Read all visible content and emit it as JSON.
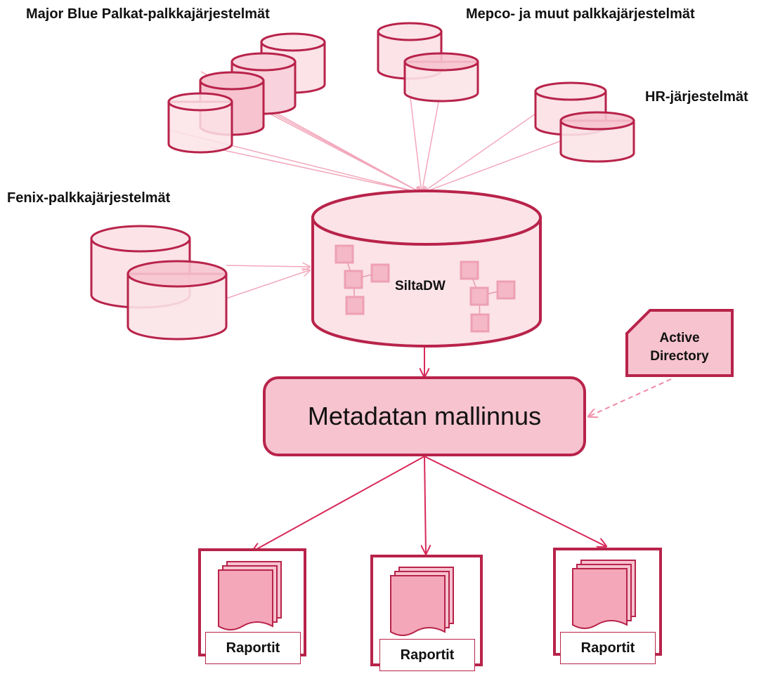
{
  "sources": {
    "major_blue": "Major Blue Palkat-palkkajärjestelmät",
    "mepco": "Mepco- ja muut palkkajärjestelmät",
    "hr": "HR-järjestelmät",
    "fenix": "Fenix-palkkajärjestelmät"
  },
  "warehouse": {
    "label": "SiltaDW"
  },
  "metadata": {
    "label": "Metadatan mallinnus"
  },
  "active_directory": {
    "line1": "Active",
    "line2": "Directory"
  },
  "reports": [
    {
      "label": "Raportit"
    },
    {
      "label": "Raportit"
    },
    {
      "label": "Raportit"
    }
  ],
  "colors": {
    "stroke": "#b8234a",
    "fill_light": "#fbe3e8",
    "fill_mid": "#f6c3cf",
    "arrow_light": "#f2a7bb",
    "arrow_dark": "#d8295a"
  }
}
